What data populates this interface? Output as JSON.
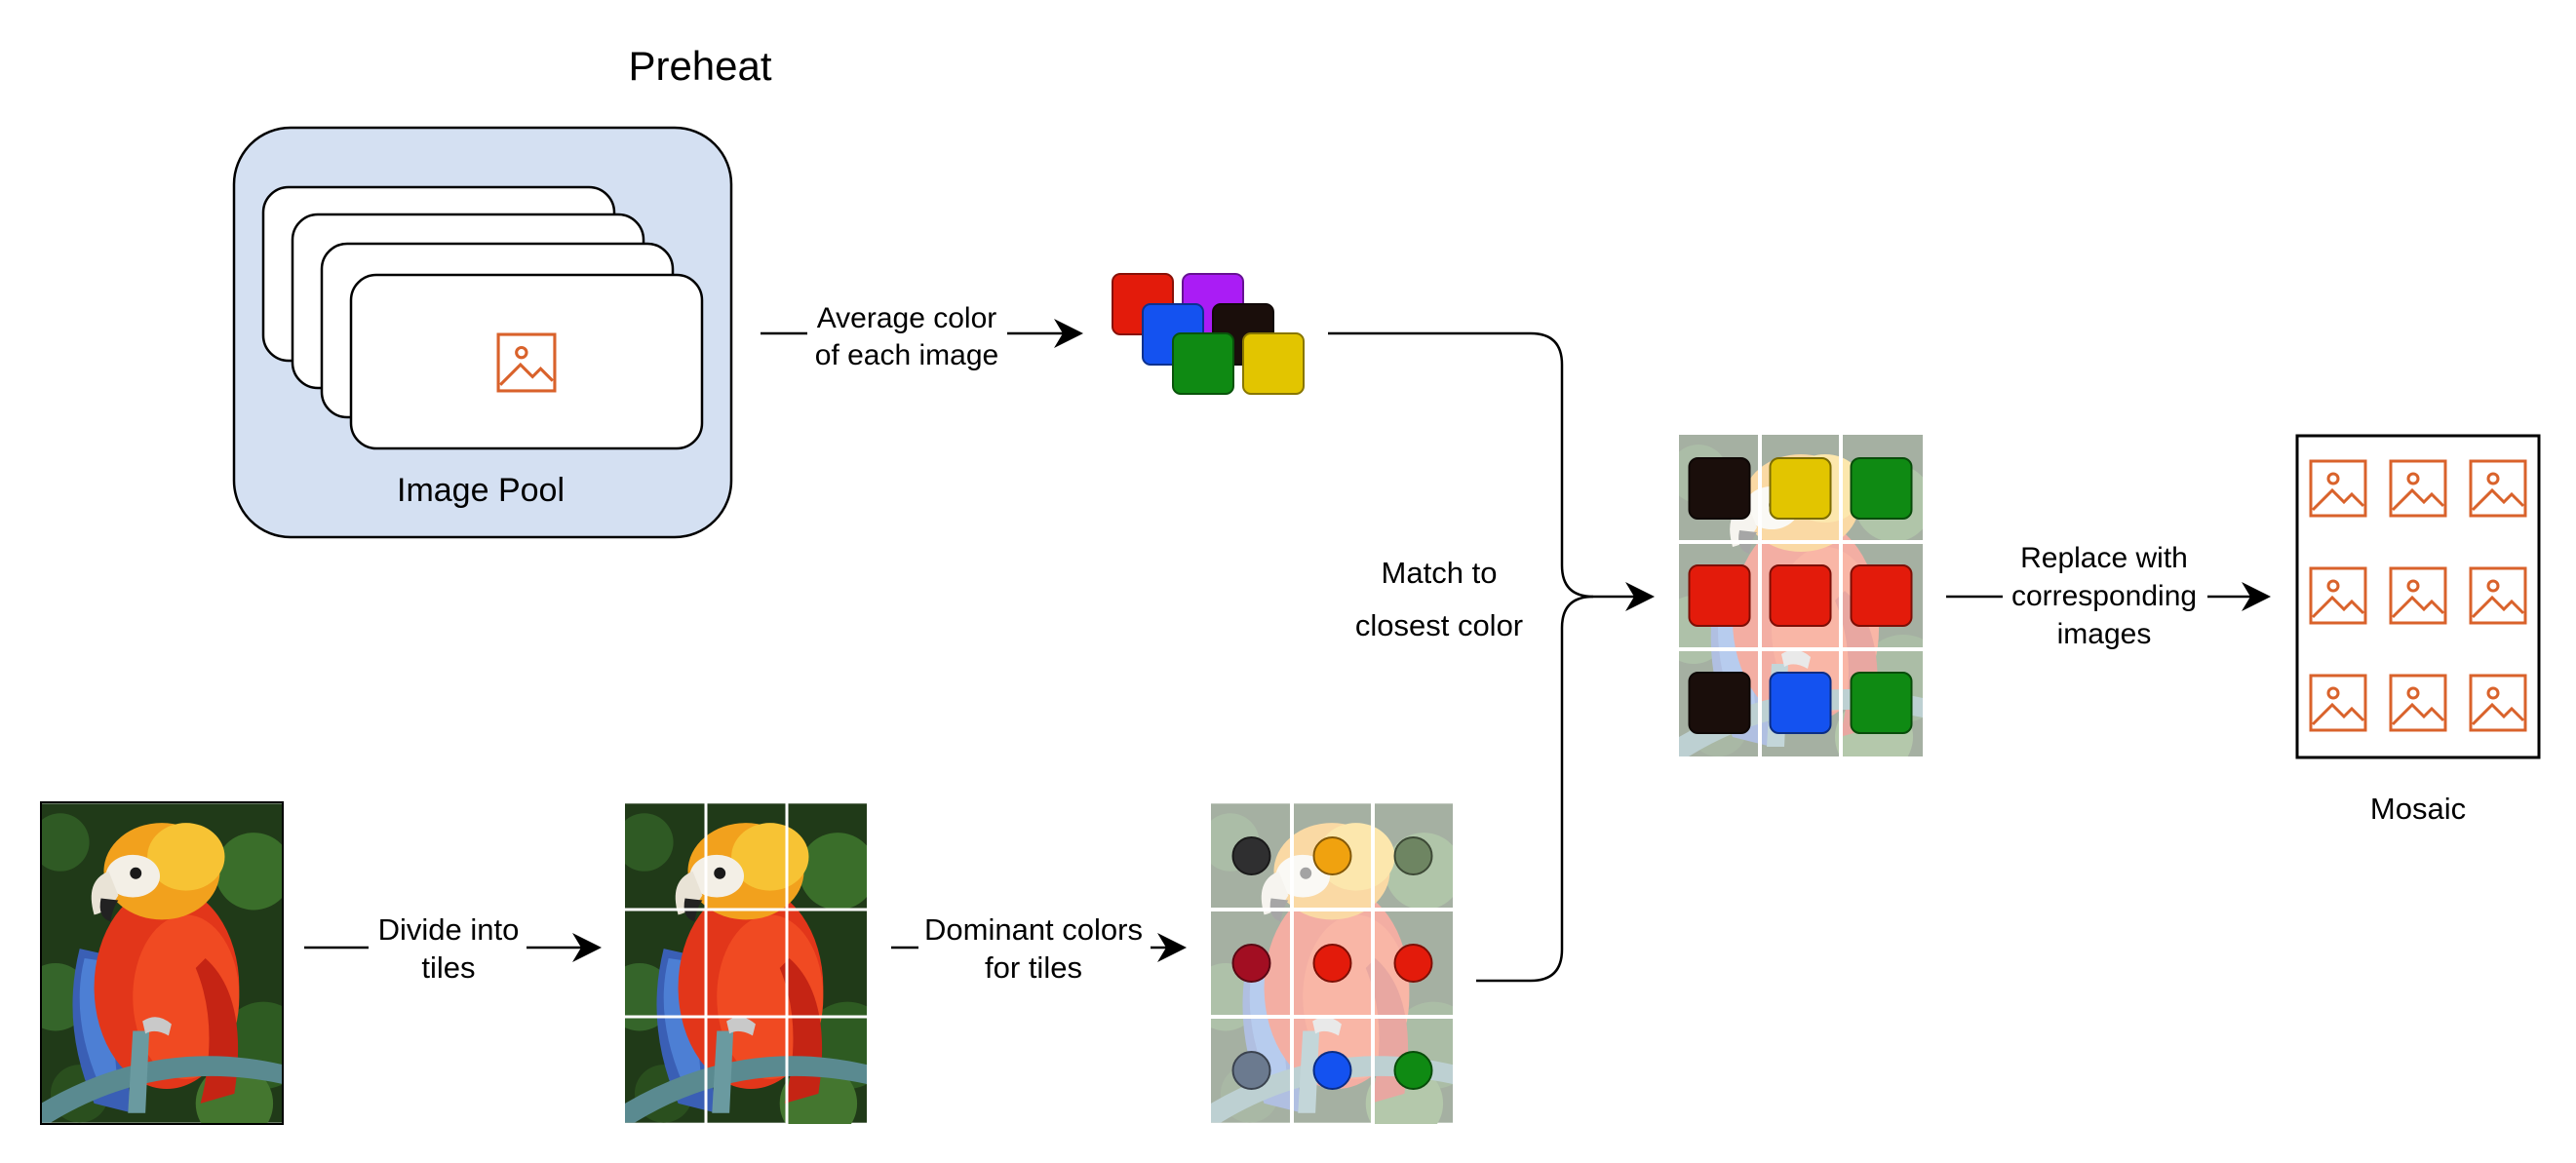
{
  "title": "Preheat",
  "image_pool": {
    "label": "Image Pool",
    "box_fill": "#d4e0f2"
  },
  "flow_labels": {
    "average_color": [
      "Average color",
      "of each image"
    ],
    "match": [
      "Match to",
      "closest color"
    ],
    "replace": [
      "Replace with",
      "corresponding",
      "images"
    ],
    "divide": [
      "Divide into",
      "tiles"
    ],
    "dominant": [
      "Dominant colors",
      "for tiles"
    ]
  },
  "mosaic": {
    "label": "Mosaic"
  },
  "icon_color": "#d9622b",
  "average_swatches": [
    {
      "name": "red",
      "color": "#e31b0b"
    },
    {
      "name": "purple",
      "color": "#aa1cf5"
    },
    {
      "name": "blue",
      "color": "#1452f0"
    },
    {
      "name": "black",
      "color": "#1a0e0b"
    },
    {
      "name": "green",
      "color": "#0f8a13"
    },
    {
      "name": "yellow",
      "color": "#e2c500"
    }
  ],
  "dominant_dots": [
    [
      "#2f2f30",
      "#f0a20f",
      "#6e8562"
    ],
    [
      "#a20e22",
      "#e31b0b",
      "#e31b0b"
    ],
    [
      "#6b7a8f",
      "#1452f0",
      "#0f8a13"
    ]
  ],
  "matched_grid": [
    [
      "#1a0e0b",
      "#e2c500",
      "#0f8a13"
    ],
    [
      "#e31b0b",
      "#e31b0b",
      "#e31b0b"
    ],
    [
      "#1a0e0b",
      "#1452f0",
      "#0f8a13"
    ]
  ]
}
